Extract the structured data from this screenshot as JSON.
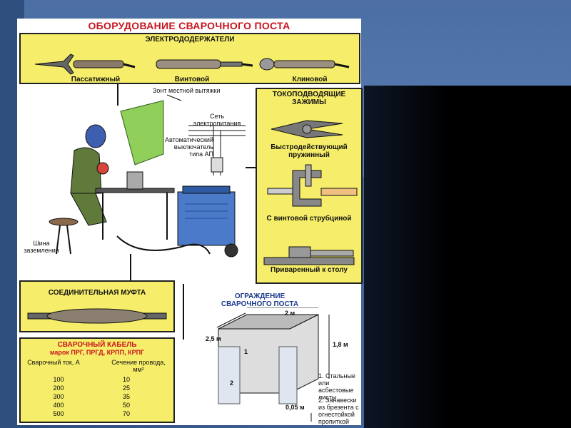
{
  "poster_title": "ОБОРУДОВАНИЕ СВАРОЧНОГО ПОСТА",
  "electrode_holders": {
    "heading": "ЭЛЕКТРОДОДЕРЖАТЕЛИ",
    "items": [
      "Пассатижный",
      "Винтовой",
      "Клиновой"
    ]
  },
  "scene": {
    "exhaust_hood": "Зонт местной вытяжки",
    "mains": "Сеть электропитания",
    "breaker": "Автоматический выключатель типа АП",
    "ground_bus": "Шина заземления"
  },
  "clamps": {
    "heading": "ТОКОПОДВОДЯЩИЕ ЗАЖИМЫ",
    "items": [
      "Быстродействующий пружинный",
      "С винтовой струбциной",
      "Приваренный к столу"
    ]
  },
  "coupling": {
    "heading": "СОЕДИНИТЕЛЬНАЯ МУФТА"
  },
  "cable": {
    "heading": "СВАРОЧНЫЙ КАБЕЛЬ",
    "brands": "марок ПРГ, ПРГД, КРПП, КРПГ",
    "col1": "Сварочный ток, А",
    "col2": "Сечение провода, мм²",
    "rows": [
      [
        "100",
        "10"
      ],
      [
        "200",
        "25"
      ],
      [
        "300",
        "35"
      ],
      [
        "400",
        "50"
      ],
      [
        "500",
        "70"
      ]
    ]
  },
  "fence": {
    "heading": "ОГРАЖДЕНИЕ СВАРОЧНОГО ПОСТА",
    "dim_width": "2 м",
    "dim_depth": "2,5 м",
    "dim_height": "1,8 м",
    "dim_gap": "0,05 м",
    "marker1": "1",
    "marker2": "2",
    "note1": "1. Стальные или асбестовые листы",
    "note2": "2. Занавески из брезента с огнестойкой пропиткой"
  },
  "colors": {
    "box": "#f6ee6a",
    "title": "#c8141e",
    "hood": "#8fcf5a",
    "welder": "#5f7a3a"
  }
}
